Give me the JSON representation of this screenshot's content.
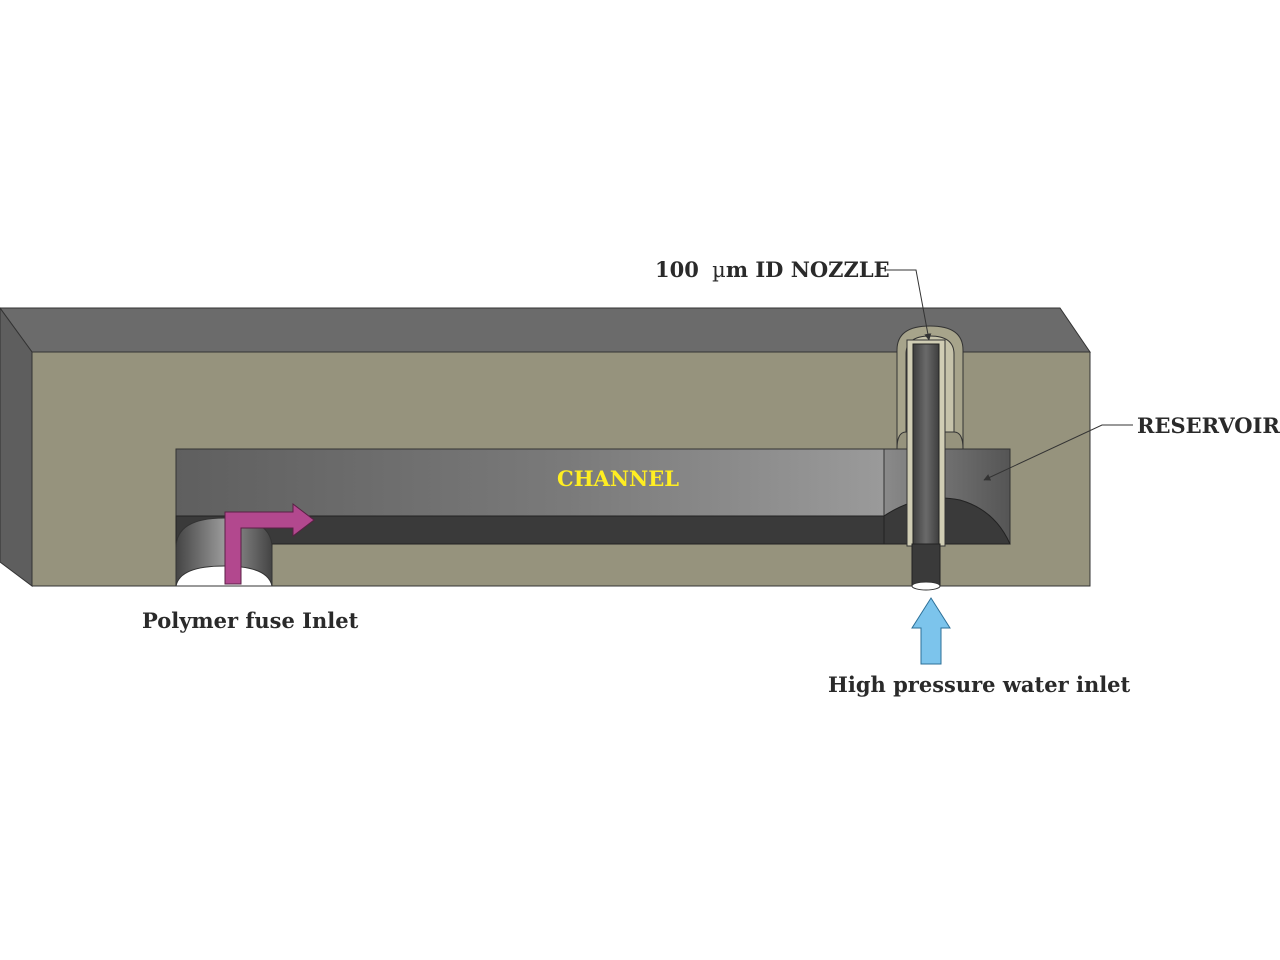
{
  "labels": {
    "nozzle_value": "100",
    "nozzle_unit_prefix": "µ",
    "nozzle_suffix": "m ID NOZZLE",
    "reservoir": "RESERVOIR",
    "channel": "CHANNEL",
    "polymer_inlet": "Polymer fuse Inlet",
    "water_inlet": "High pressure water inlet"
  },
  "colors": {
    "block_face": "#96937d",
    "block_top": "#6b6b6b",
    "block_side": "#5e5e5e",
    "channel_cavity": "#6e6e6e",
    "channel_floor": "#3a3a3a",
    "polymer_arrow": "#b2488e",
    "water_arrow": "#7cc4ec",
    "channel_text": "#ffee22"
  }
}
